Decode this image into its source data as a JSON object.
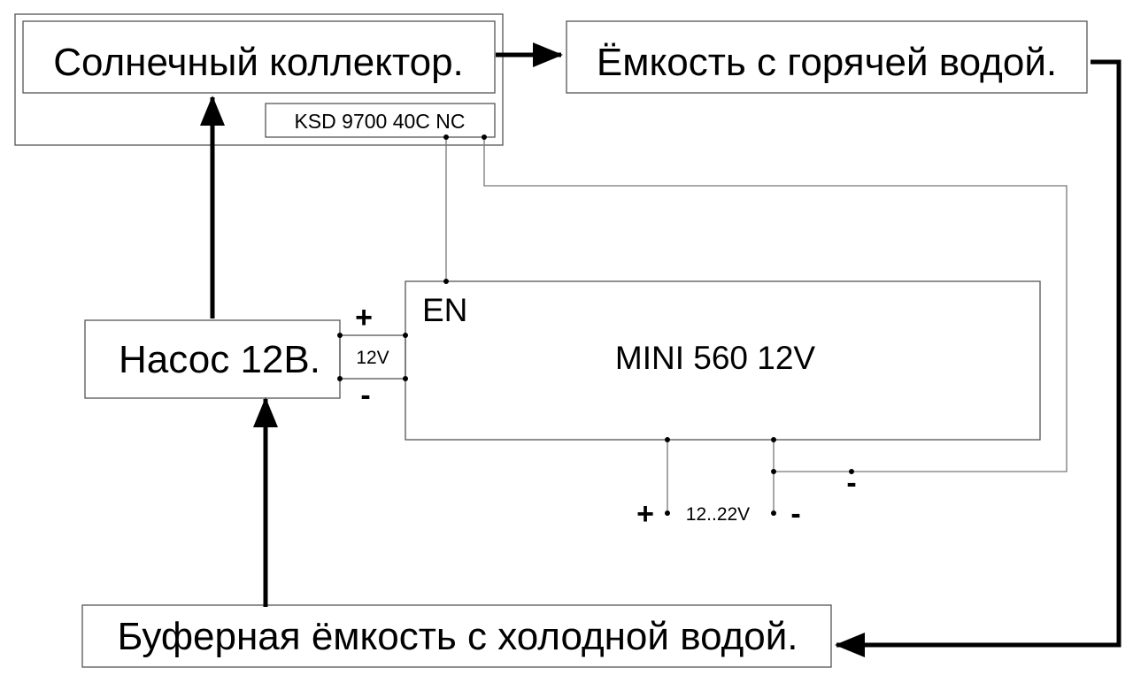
{
  "blocks": {
    "solar_collector": "Солнечный коллектор.",
    "hot_tank": "Ёмкость с горячей водой.",
    "thermostat": "KSD 9700 40C NC",
    "converter_en": "EN",
    "converter_name": "MINI 560 12V",
    "pump": "Насос 12В.",
    "buffer_tank": "Буферная ёмкость с холодной водой."
  },
  "pump_supply": {
    "plus": "+",
    "voltage": "12V",
    "minus": "-"
  },
  "input_supply": {
    "plus": "+",
    "voltage": "12..22V",
    "minus": "-",
    "ground": "-"
  }
}
